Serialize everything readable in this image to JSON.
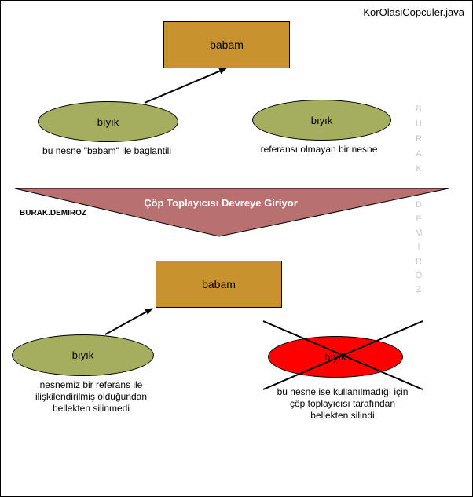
{
  "filename": "KorOlasiCopculer.java",
  "top": {
    "parent_box": "babam",
    "linked_oval": "bıyık",
    "unlinked_oval": "bıyık",
    "linked_caption": "bu nesne \"babam\" ile baglantili",
    "unlinked_caption": "referansı olmayan bir nesne"
  },
  "banner": {
    "text": "Çöp Toplayıcısı Devreye Giriyor",
    "color": "#b87070"
  },
  "author_label": "BURAK.DEMIROZ",
  "vertical_name_1": [
    "B",
    "U",
    "R",
    "A",
    "K"
  ],
  "vertical_name_2": [
    "D",
    "E",
    "M",
    "İ",
    "R",
    "Ö",
    "Z"
  ],
  "bottom": {
    "parent_box": "babam",
    "kept_oval": "bıyık",
    "removed_oval": "bıyık",
    "kept_caption": [
      "nesnemiz bir referans ile",
      "ilişkilendirilmiş olduğundan",
      "bellekten silinmedi"
    ],
    "removed_caption": [
      "bu nesne ise kullanılmadığı için",
      "çöp toplayıcısı tarafından",
      "bellekten silindi"
    ]
  },
  "colors": {
    "box": "#c8922e",
    "oval": "#a5ad5e",
    "removed": "#ff0000"
  }
}
